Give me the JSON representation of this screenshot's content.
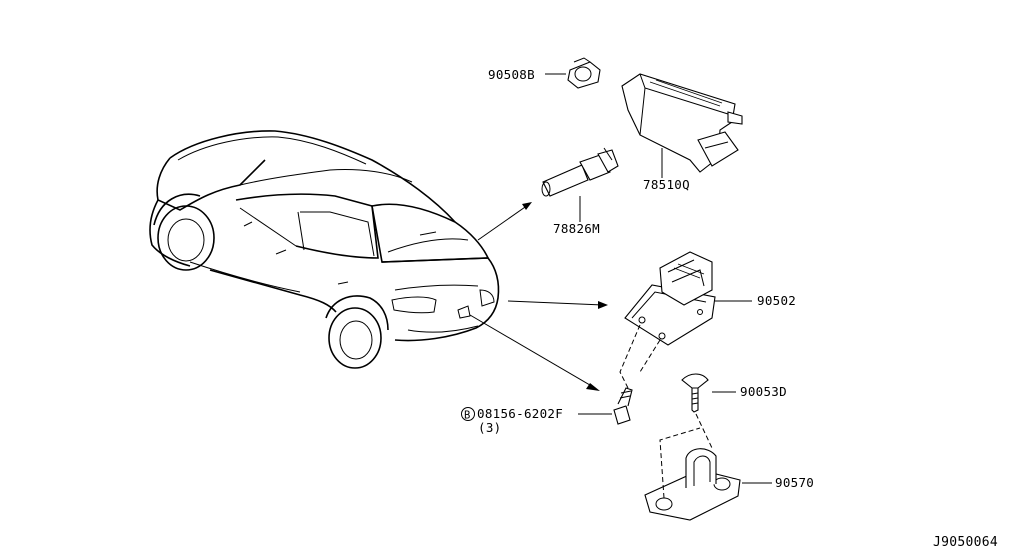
{
  "parts": {
    "p90508b": "90508B",
    "p78510q": "78510Q",
    "p78826m": "78826M",
    "p90502": "90502",
    "p90053d": "90053D",
    "p08156": "08156-6202F",
    "p08156_prefix": "B",
    "p08156_qty": "(3)",
    "p90570": "90570"
  },
  "drawing_code": "J9050064"
}
